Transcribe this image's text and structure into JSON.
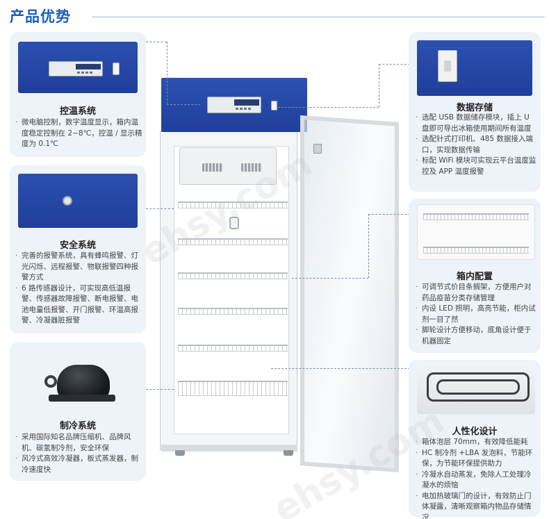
{
  "header": {
    "title": "产品优势"
  },
  "cards": {
    "temperature": {
      "title": "控温系统",
      "items": [
        "微电脑控制，数字温度显示，箱内温度稳定控制在 2~8℃，控温 / 显示精度为 0.1℃"
      ]
    },
    "safety": {
      "title": "安全系统",
      "items": [
        "完善的报警系统，具有蜂鸣报警、灯光闪烁、远程报警、物联报警四种报警方式",
        "6 路传感器设计，可实现高低温报警、传感器故障报警、断电报警、电池电量低报警、开门报警、环温高报警、冷凝器脏报警"
      ]
    },
    "refrigeration": {
      "title": "制冷系统",
      "items": [
        "采用国际知名品牌压缩机、品牌风机、碳氢制冷剂，安全环保",
        "风冷式高效冷凝器，板式蒸发器，制冷速度快"
      ]
    },
    "data_storage": {
      "title": "数据存储",
      "items": [
        "选配 USB 数据储存模块，插上 U 盘即可导出冰箱使用期间所有温度",
        "选配针式打印机、485 数据接入端口，实现数据传输",
        "标配 WiFi 模块可实现云平台温度监控及 APP 温度报警"
      ]
    },
    "interior": {
      "title": "箱内配置",
      "items": [
        "可调节式价目条搁架，方便用户对药品疫苗分类存储管理",
        "内设 LED 照明，高亮节能，柜内试剂一目了然",
        "脚轮设计方便移动，底角设计便于机器固定"
      ]
    },
    "user_design": {
      "title": "人性化设计",
      "items": [
        "箱体泡层 70mm，有效降低能耗",
        "HC 制冷剂 +LBA 发泡料，节能环保，为节能环保提供助力",
        "冷凝水自动蒸发，免除人工处理冷凝水的烦恼",
        "电加热玻璃门的设计，有效防止门体凝露，清晰观察箱内物品存储情况"
      ]
    }
  },
  "watermarks": [
    "ehsy.com",
    "ehsy.com",
    "ehsy.com"
  ],
  "colors": {
    "title": "#1c5fb5",
    "card_bg": "#eef3fa",
    "panel_blue": "#2447a8"
  }
}
